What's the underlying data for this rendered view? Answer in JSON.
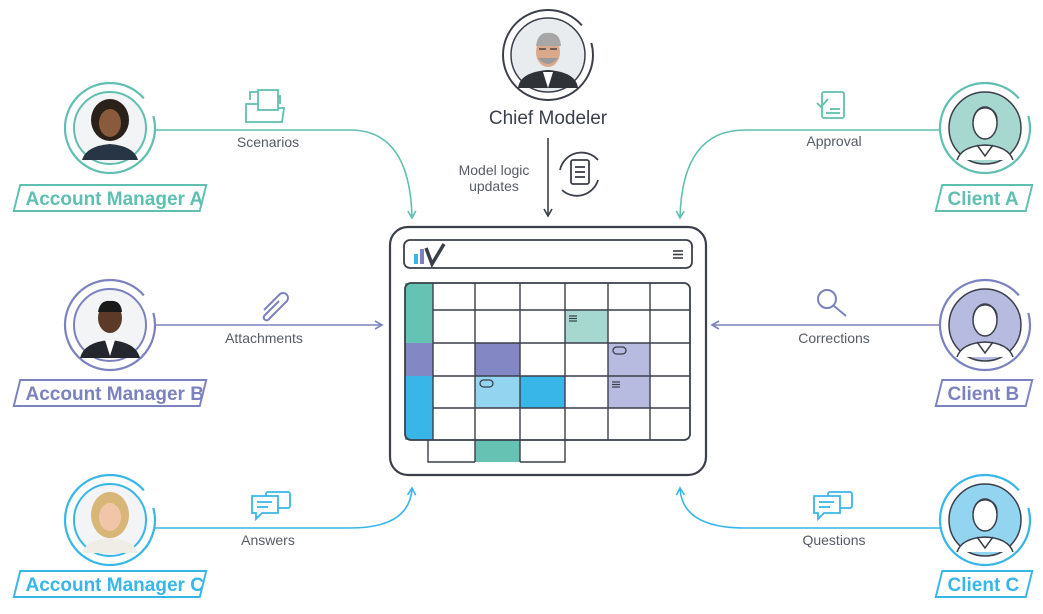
{
  "colors": {
    "teal": "#5fbfb0",
    "purple": "#7b82bf",
    "blue": "#38b6e8",
    "dark": "#3a3f4a",
    "grey_text": "#555b66"
  },
  "chief": {
    "label": "Chief Modeler",
    "update_label": "Model logic\nupdates",
    "icon": "document-refresh-icon"
  },
  "managers": [
    {
      "label": "Account Manager A",
      "connection": "Scenarios",
      "icon": "folders-icon",
      "color": "#5fbfb0"
    },
    {
      "label": "Account Manager B",
      "connection": "Attachments",
      "icon": "paperclip-icon",
      "color": "#7b82bf"
    },
    {
      "label": "Account Manager C",
      "connection": "Answers",
      "icon": "chat-bubbles-icon",
      "color": "#38b6e8"
    }
  ],
  "clients": [
    {
      "label": "Client A",
      "connection": "Approval",
      "icon": "checklist-icon",
      "color": "#5fbfb0"
    },
    {
      "label": "Client B",
      "connection": "Corrections",
      "icon": "magnifier-icon",
      "color": "#7b82bf"
    },
    {
      "label": "Client C",
      "connection": "Questions",
      "icon": "chat-bubbles-icon",
      "color": "#38b6e8"
    }
  ]
}
